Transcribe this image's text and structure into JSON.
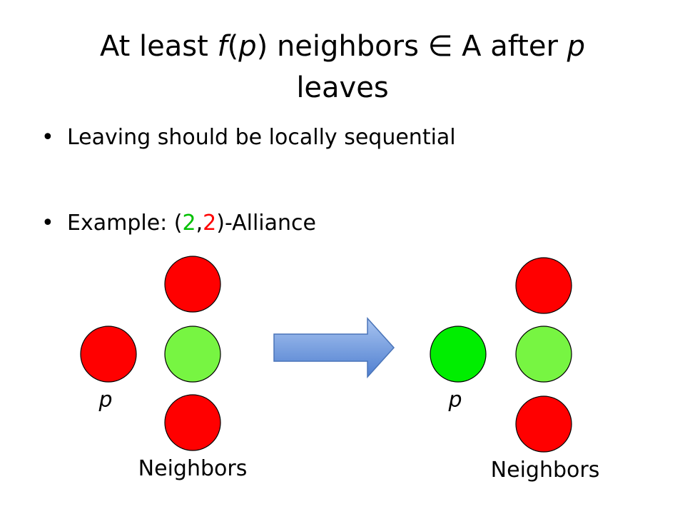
{
  "title": {
    "prefix": "At least ",
    "f": "f",
    "paren_open": "(",
    "p1": "p",
    "middle": ") neighbors ∈ A after ",
    "p2": "p",
    "suffix": " leaves"
  },
  "bullets": [
    {
      "text": "Leaving should be locally sequential"
    },
    {
      "prefix": "Example: (",
      "num1": "2",
      "comma": ",",
      "num2": "2",
      "suffix": ")-Alliance"
    }
  ],
  "colors": {
    "red": "#ff0000",
    "light_green": "#77f542",
    "green": "#00ee00",
    "num1": "#00c000",
    "num2": "#ff0000",
    "arrow_top": "#a8c4f0",
    "arrow_bottom": "#4f7fd0"
  },
  "diagram": {
    "left": {
      "p_label": "p",
      "neighbors_label": "Neighbors",
      "p_node": "red",
      "neighbors": [
        "red",
        "light_green",
        "red"
      ]
    },
    "right": {
      "p_label": "p",
      "neighbors_label": "Neighbors",
      "p_node": "green",
      "neighbors": [
        "red",
        "light_green",
        "red"
      ]
    },
    "arrow_icon": "right-arrow-icon"
  }
}
